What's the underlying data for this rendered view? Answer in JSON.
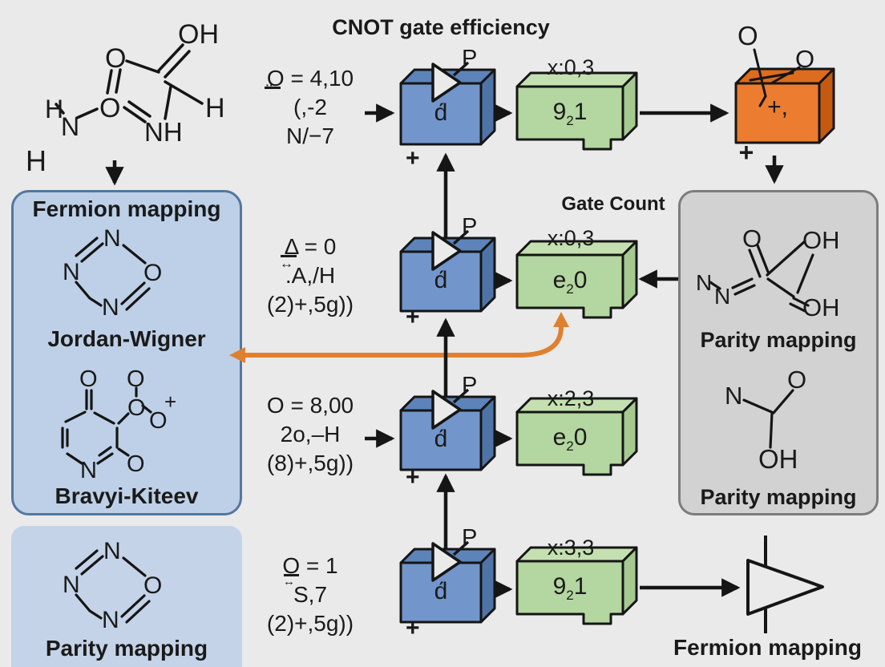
{
  "title": "CNOT  gate efficiency",
  "gate_count_label": "Gate Count",
  "colors": {
    "background": "#eaeaea",
    "blue_box": "#7296cb",
    "blue_box_top": "#5d84ba",
    "blue_box_side": "#4e74a7",
    "green_box": "#b4d6a0",
    "green_box_top": "#c4e0b0",
    "green_box_side": "#a5ca90",
    "orange_box": "#ec7c30",
    "orange_box_top": "#de6c1e",
    "orange_box_side": "#c55a11",
    "panel_blue_fill": "#bdd0e7",
    "panel_blue_border": "#54779e",
    "panel_blue2_fill": "#c4d3e8",
    "panel_gray_fill": "#d2d2d2",
    "panel_gray_border": "#7d7d7d",
    "orange_arrow": "#e0802f",
    "ink": "#1a1a1a"
  },
  "rows": [
    {
      "params": [
        "O = 4,10",
        "(,-2",
        "N/−7"
      ],
      "mark": "¨",
      "box_label": "d́",
      "p_label": "P",
      "plus": "+",
      "x_label": "x:0,3",
      "gate_pre": "9",
      "gate_sub": "2",
      "gate_post": "1"
    },
    {
      "params": [
        "Δ = 0",
        ".A,/H",
        "(2)+,5g))"
      ],
      "mark": "↔",
      "box_label": "d́",
      "p_label": "P",
      "plus": "+",
      "x_label": "x:0,3",
      "gate_pre": "e",
      "gate_sub": "2",
      "gate_post": "0"
    },
    {
      "params": [
        "O = 8,00",
        "2o,–H",
        "(8)+,5g))"
      ],
      "mark": "",
      "box_label": "d́",
      "p_label": "P",
      "plus": "+",
      "x_label": "x:2,3",
      "gate_pre": "e",
      "gate_sub": "2",
      "gate_post": "0"
    },
    {
      "params": [
        "O = 1",
        "S,7",
        "(2)+,5g))"
      ],
      "mark": "↔",
      "box_label": "d́",
      "p_label": "P",
      "plus": "+",
      "x_label": "x:3,3",
      "gate_pre": "9",
      "gate_sub": "2",
      "gate_post": "1"
    }
  ],
  "molecule_topleft": {
    "oh": "OH",
    "o1": "O",
    "o2": "O",
    "h_left": "H",
    "n_left": "N",
    "nh": "NH",
    "h_right": "H",
    "h_lone": "H"
  },
  "fermion_panel": {
    "title": "Fermion mapping",
    "ring": {
      "n_top": "N",
      "n_left": "N",
      "o_right": "O",
      "n_bottom": "N"
    },
    "caption1": "Jordan-Wigner",
    "bk": {
      "o_tl": "O",
      "o_tr": "O",
      "o_mid": "O",
      "charge": "+",
      "o_right": "O",
      "o_br": "O",
      "n": "N"
    },
    "caption2": "Bravyi-Kiteev"
  },
  "parity_panel": {
    "ring": {
      "n_top": "N",
      "n_left": "N",
      "o_right": "O",
      "n_bottom": "N"
    },
    "caption": "Parity mapping"
  },
  "gray_panel": {
    "mol1": {
      "o": "O",
      "oh_top": "OH",
      "n1": "N",
      "n2": "N",
      "oh_bottom": "OH"
    },
    "caption1": "Parity mapping",
    "mol2": {
      "n": "N",
      "o": "O",
      "oh": "OH"
    },
    "caption2": "Parity mapping"
  },
  "orange_box": {
    "label": "+,",
    "o1": "O",
    "o2": "O",
    "plus": "+"
  },
  "bottom_right_caption": "Fermion mapping"
}
